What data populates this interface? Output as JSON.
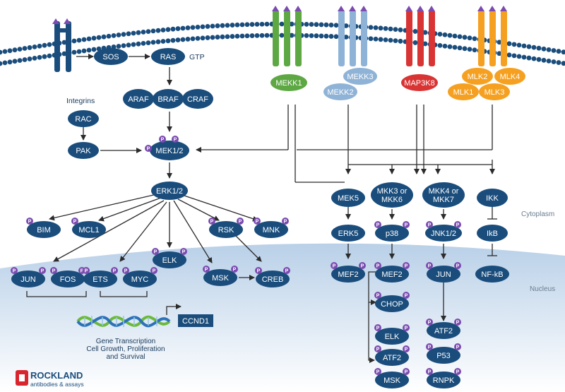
{
  "labels": {
    "integrins": "Integrins",
    "gtp": "GTP",
    "cytoplasm": "Cytoplasm",
    "nucleus": "Nucleus",
    "gene_line1": "Gene Transcription",
    "gene_line2": "Cell Growth, Proliferation",
    "gene_line3": "and Survival",
    "p": "P"
  },
  "logo": {
    "name": "ROCKLAND",
    "tagline": "antibodies & assays"
  },
  "nodes": {
    "sos": "SOS",
    "ras": "RAS",
    "araf": "ARAF",
    "braf": "BRAF",
    "craf": "CRAF",
    "rac": "RAC",
    "pak": "PAK",
    "mek12": "MEK1/2",
    "erk12": "ERK1/2",
    "bim": "BIM",
    "mcl1": "MCL1",
    "rsk": "RSK",
    "mnk": "MNK",
    "elk": "ELK",
    "jun": "JUN",
    "fos": "FOS",
    "ets": "ETS",
    "myc": "MYC",
    "msk": "MSK",
    "creb": "CREB",
    "ccnd1": "CCND1",
    "mekk1": "MEKK1",
    "mekk3": "MEKK3",
    "mekk2": "MEKK2",
    "map3k8": "MAP3K8",
    "mlk2": "MLK2",
    "mlk4": "MLK4",
    "mlk1": "MLK1",
    "mlk3": "MLK3",
    "mek5": "MEK5",
    "mkk36_l1": "MKK3 or",
    "mkk36_l2": "MKK6",
    "mkk47_l1": "MKK4 or",
    "mkk47_l2": "MKK7",
    "ikk": "IKK",
    "erk5": "ERK5",
    "p38": "p38",
    "jnk12": "JNK1/2",
    "ikb": "IkB",
    "mef2_a": "MEF2",
    "mef2_b": "MEF2",
    "jun_b": "JUN",
    "nfkb": "NF-kB",
    "chop": "CHOP",
    "elk_b": "ELK",
    "atf2_b": "ATF2",
    "msk_b": "MSK",
    "atf2_c": "ATF2",
    "p53": "P53",
    "rnpk": "RNPK"
  },
  "colors": {
    "node": "#1a4d7c",
    "membrane": "#1a4d7c",
    "receptor_green": "#5ea844",
    "receptor_lightblue": "#8fb3d6",
    "receptor_red": "#d93434",
    "receptor_orange": "#f5a020",
    "phospho": "#7b4bb0",
    "dna_green": "#6cba3c",
    "dna_blue": "#2d72b8",
    "logo_red": "#d9262e"
  }
}
